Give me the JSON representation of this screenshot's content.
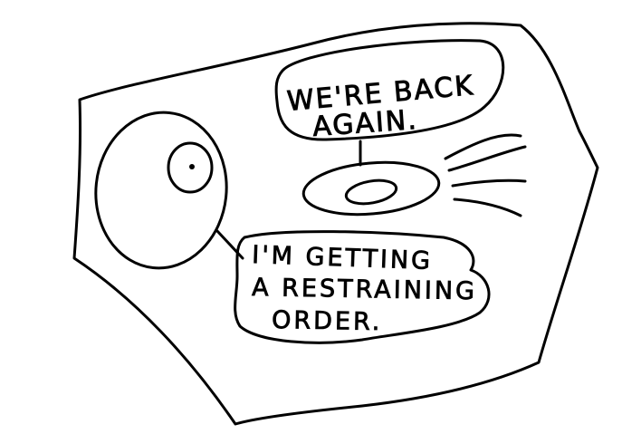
{
  "speech_bubbles": {
    "ship_line1": "WE'RE BACK",
    "ship_line2": "AGAIN.",
    "planet_line1": "I'M GETTING",
    "planet_line2": "A RESTRAINING",
    "planet_line3": "ORDER."
  },
  "colors": {
    "ink": "#000000",
    "paper": "#ffffff"
  },
  "icons": {
    "planet": "planet-icon",
    "spaceship": "flying-saucer-icon"
  }
}
